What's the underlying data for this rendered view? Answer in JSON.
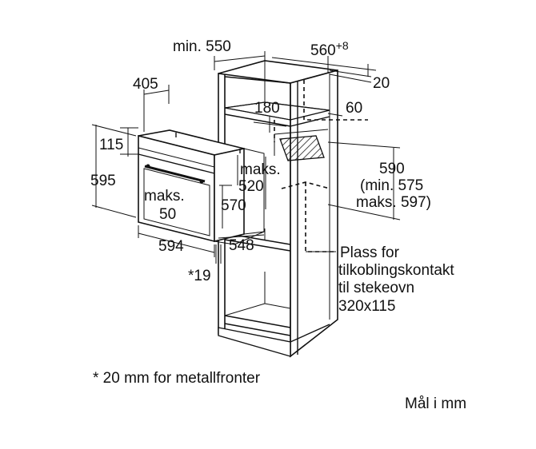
{
  "labels": {
    "min_550": "min. 550",
    "dim_560": "560",
    "dim_560_sup": "+8",
    "dim_20": "20",
    "dim_405": "405",
    "dim_180": "180",
    "dim_60": "60",
    "dim_115": "115",
    "dim_595": "595",
    "maks_520_a": "maks.",
    "maks_520_b": "520",
    "maks_50_a": "maks.",
    "maks_50_b": "50",
    "dim_570": "570",
    "dim_590": "590",
    "min_575": "(min. 575",
    "maks_597": "maks. 597)",
    "dim_594": "594",
    "dim_548": "548",
    "dim_19": "*19",
    "plass_1": "Plass for",
    "plass_2": "tilkoblingskontakt",
    "plass_3": "til stekeovn",
    "plass_4": "320x115",
    "footnote": "* 20 mm for metallfronter",
    "units": "Mål i mm"
  }
}
